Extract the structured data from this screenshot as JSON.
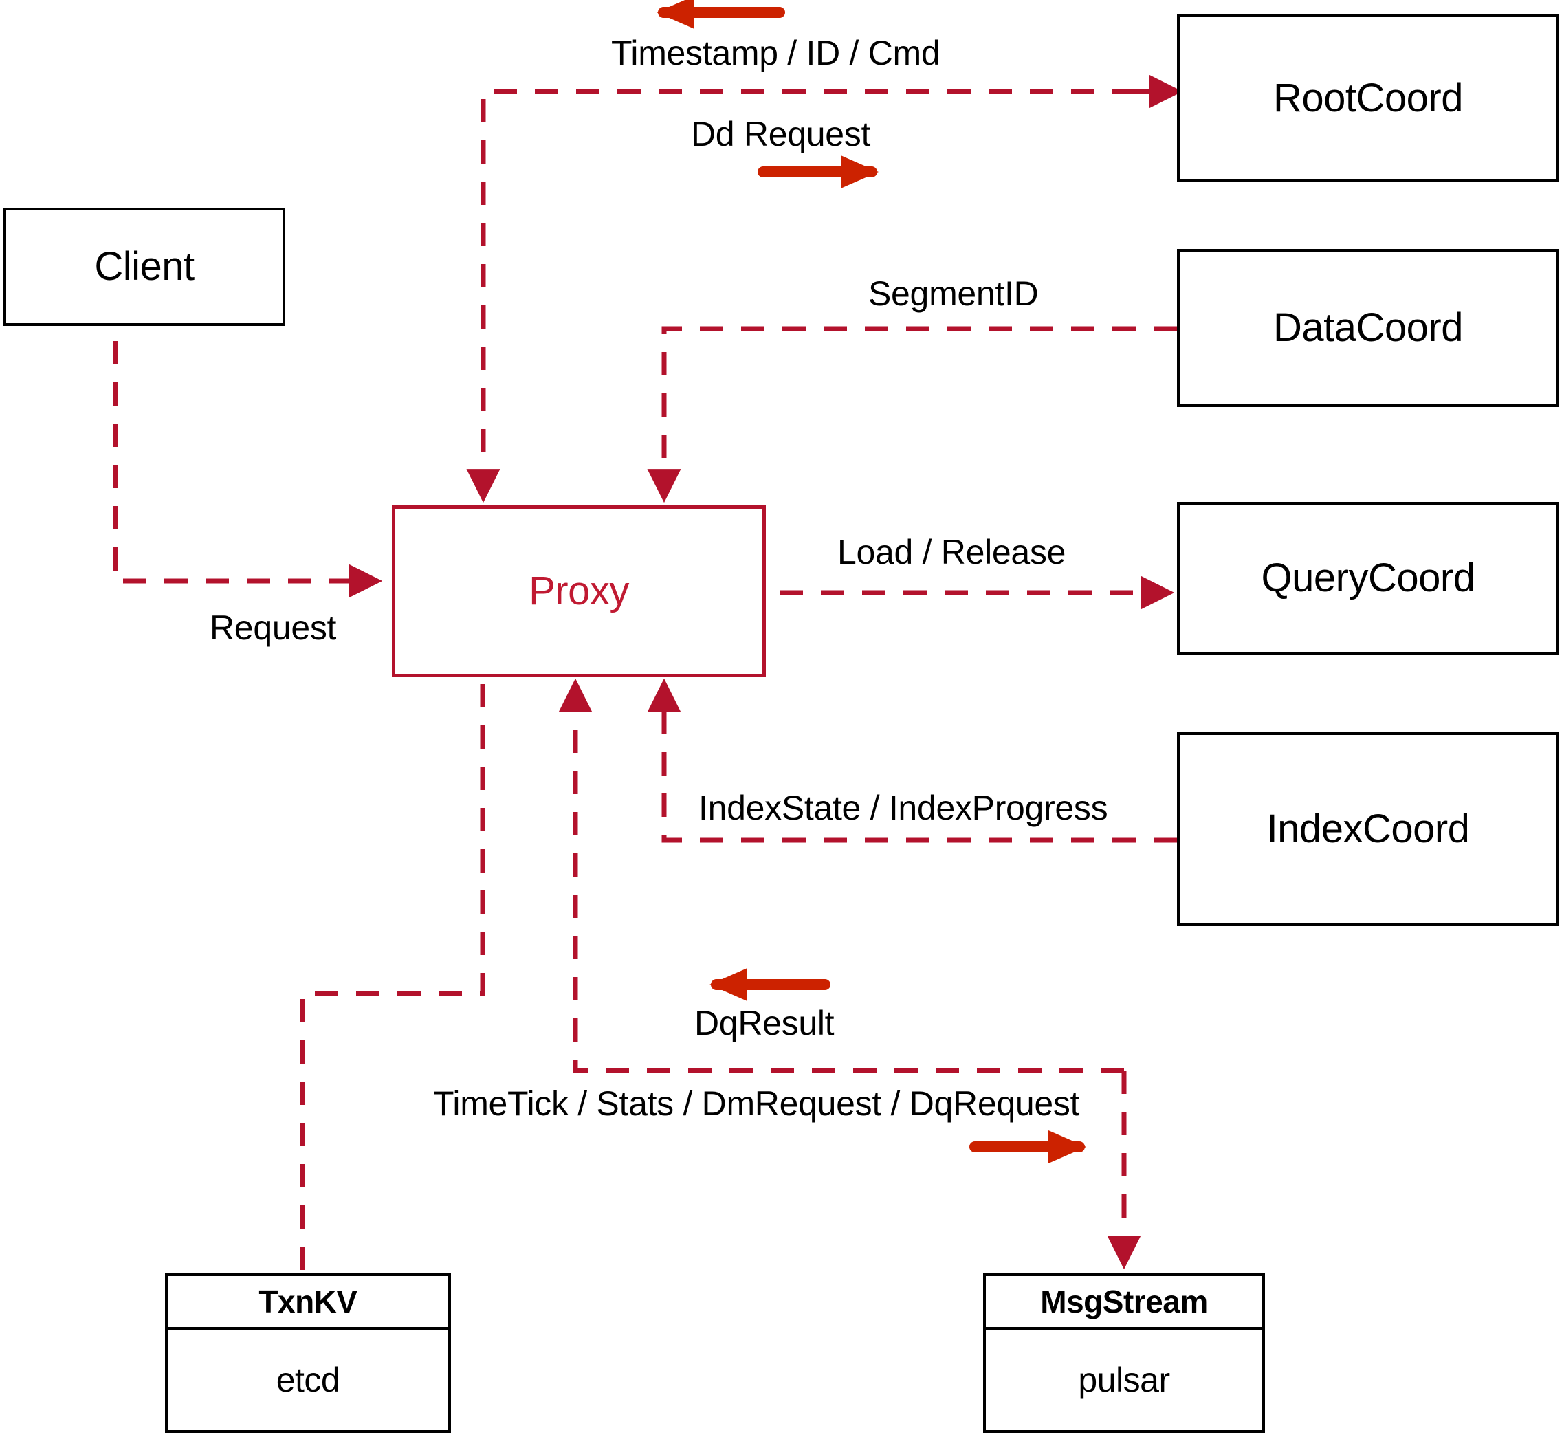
{
  "diagram": {
    "title": "Milvus Proxy interaction diagram",
    "colors": {
      "node_border": "#000000",
      "proxy_border": "#b3122c",
      "proxy_text": "#c01a32",
      "dashed_edge": "#b3122c",
      "annotation_arrow": "#cc2200",
      "background": "#ffffff"
    }
  },
  "nodes": {
    "client": {
      "label": "Client"
    },
    "proxy": {
      "label": "Proxy"
    },
    "root_coord": {
      "label": "RootCoord"
    },
    "data_coord": {
      "label": "DataCoord"
    },
    "query_coord": {
      "label": "QueryCoord"
    },
    "index_coord": {
      "label": "IndexCoord"
    },
    "txnkv": {
      "header": "TxnKV",
      "body": "etcd"
    },
    "msgstream": {
      "header": "MsgStream",
      "body": "pulsar"
    }
  },
  "edges": [
    {
      "id": "timestamp-id-cmd",
      "label": "Timestamp / ID / Cmd",
      "from": "RootCoord",
      "to": "Proxy",
      "annotation_direction": "left"
    },
    {
      "id": "dd-request",
      "label": "Dd Request",
      "from": "Proxy",
      "to": "RootCoord",
      "annotation_direction": "right"
    },
    {
      "id": "segment-id",
      "label": "SegmentID",
      "from": "DataCoord",
      "to": "Proxy",
      "annotation_direction": "none"
    },
    {
      "id": "request",
      "label": "Request",
      "from": "Client",
      "to": "Proxy",
      "annotation_direction": "none"
    },
    {
      "id": "load-release",
      "label": "Load / Release",
      "from": "Proxy",
      "to": "QueryCoord",
      "annotation_direction": "none"
    },
    {
      "id": "index-state-progress",
      "label": "IndexState / IndexProgress",
      "from": "IndexCoord",
      "to": "Proxy",
      "annotation_direction": "none"
    },
    {
      "id": "dq-result",
      "label": "DqResult",
      "from": "MsgStream",
      "to": "Proxy",
      "annotation_direction": "left"
    },
    {
      "id": "timetick-stats",
      "label": "TimeTick / Stats / DmRequest / DqRequest",
      "from": "Proxy",
      "to": "MsgStream",
      "annotation_direction": "right"
    },
    {
      "id": "txnkv-link",
      "label": "",
      "from": "Proxy",
      "to": "TxnKV",
      "annotation_direction": "none"
    }
  ]
}
